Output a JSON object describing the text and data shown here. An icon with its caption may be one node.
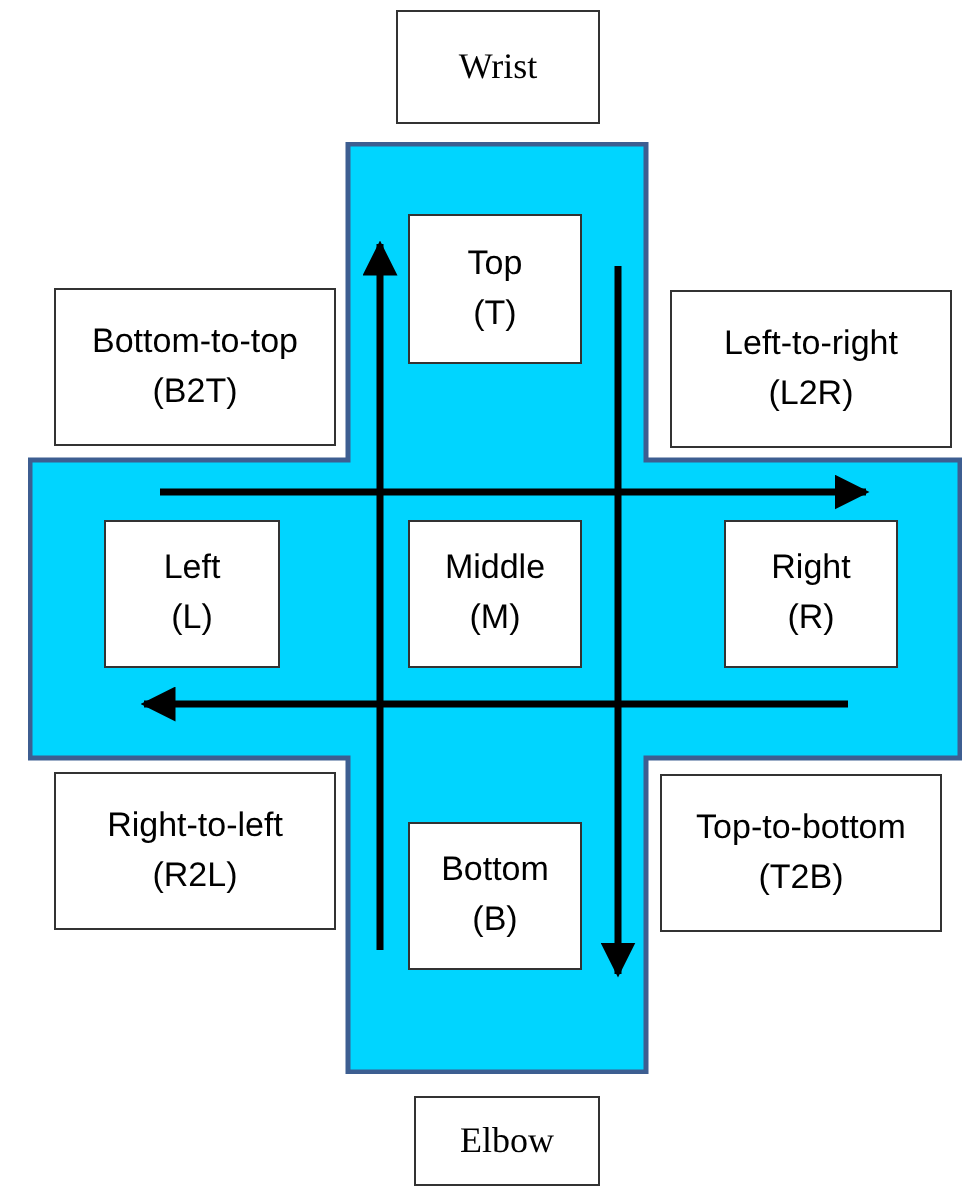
{
  "diagram": {
    "nodes": [
      {
        "text": [
          "Wrist"
        ]
      },
      {
        "text": [],
        "shape": "cross"
      },
      {
        "text": [
          "Top",
          "(T)"
        ],
        "in": 1
      },
      {
        "text": [
          "Bottom-to-top",
          "(B2T)"
        ]
      },
      {
        "text": [
          "Left-to-right",
          "(L2R)"
        ]
      },
      {
        "text": [
          "Left",
          "(L)"
        ],
        "in": 1
      },
      {
        "text": [
          "Middle",
          "(M)"
        ],
        "in": 1
      },
      {
        "text": [
          "Right",
          "(R)"
        ],
        "in": 1
      },
      {
        "text": [
          "Right-to-left",
          "(R2L)"
        ]
      },
      {
        "text": [
          "Bottom",
          "(B)"
        ],
        "in": 1
      },
      {
        "text": [
          "Top-to-bottom",
          "(T2B)"
        ]
      },
      {
        "text": [
          "Elbow"
        ]
      }
    ],
    "edges": []
  }
}
